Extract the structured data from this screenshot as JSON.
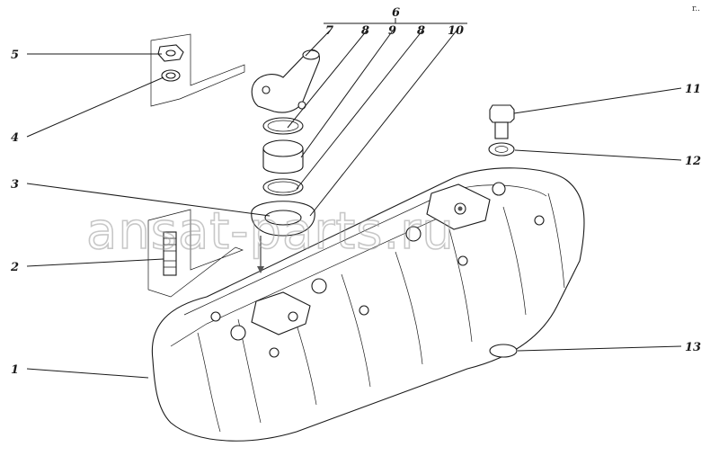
{
  "labels": {
    "l1": "1",
    "l2": "2",
    "l3": "3",
    "l4": "4",
    "l5": "5",
    "l6": "6",
    "l7": "7",
    "l8a": "8",
    "l9": "9",
    "l8b": "8",
    "l10": "10",
    "l11": "11",
    "l12": "12",
    "l13": "13"
  },
  "watermark": "ansat-parts.ru",
  "corner_mark": "r.."
}
